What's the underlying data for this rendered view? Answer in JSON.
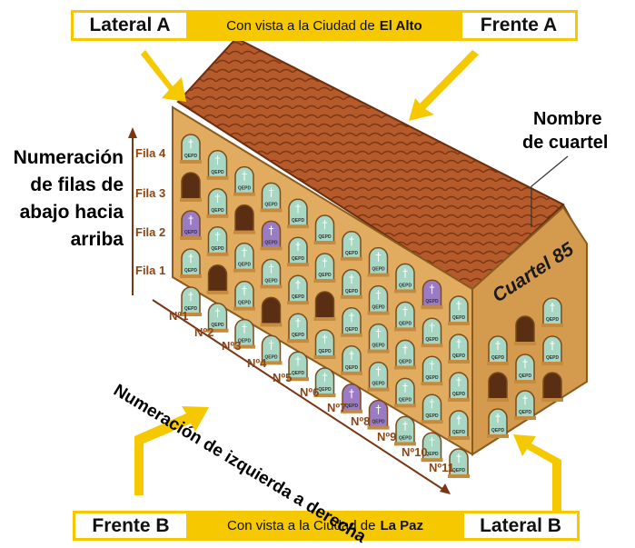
{
  "labels": {
    "lateral_a": "Lateral A",
    "frente_a": "Frente A",
    "frente_b": "Frente B",
    "lateral_b": "Lateral B"
  },
  "views": {
    "top_prefix": "Con vista a la Ciudad de",
    "top_city": "El Alto",
    "bottom_prefix": "Con vista a la Ciudad de",
    "bottom_city": "La Paz"
  },
  "rows_caption": [
    "Numeración",
    "de filas de",
    "abajo hacia",
    "arriba"
  ],
  "row_labels": [
    "Fila 4",
    "Fila 3",
    "Fila 2",
    "Fila 1"
  ],
  "columns_caption": "Numeración de izquierda a derecha",
  "column_labels": [
    "Nº1",
    "Nº2",
    "Nº3",
    "Nº4",
    "Nº5",
    "Nº6",
    "Nº7",
    "Nº8",
    "Nº9",
    "Nº10",
    "Nº11"
  ],
  "block_name_caption": [
    "Nombre",
    "de cuartel"
  ],
  "block_name": "Cuartel 85",
  "niche_text": "QEPD",
  "colors": {
    "accent_yellow": "#f5c800",
    "roof": "#b55a2a",
    "wall": "#e2ac60",
    "niche_teal": "#a8d8c4",
    "niche_purple": "#9b7cc4",
    "label_brown": "#8b4513"
  }
}
